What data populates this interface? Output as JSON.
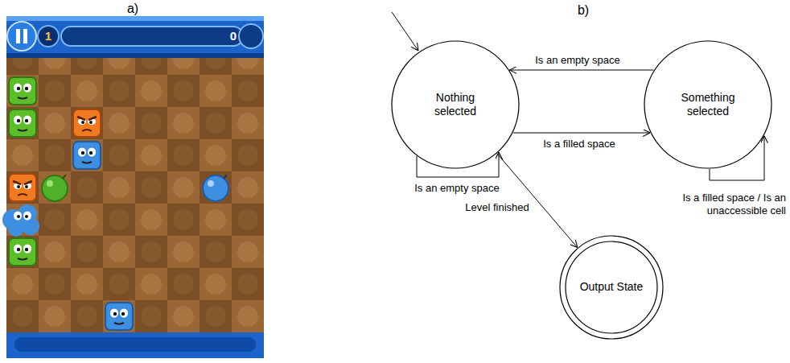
{
  "diagram": {
    "nodes": [
      {
        "text": [
          "Nothing selected"
        ]
      },
      {
        "text": [
          "Something selected"
        ]
      },
      {
        "text": [
          "Output State"
        ]
      }
    ],
    "edges": [
      {
        "from": 1,
        "to": 0,
        "label": "Is an empty space",
        "arrow": "to"
      },
      {
        "from": 0,
        "to": 1,
        "label": "Is a filled space",
        "arrow": "to"
      },
      {
        "from": 0,
        "to": 0,
        "label": "Is an empty space",
        "arrow": "to"
      },
      {
        "from": 0,
        "to": 2,
        "label": "Level finished",
        "arrow": "to"
      },
      {
        "from": 1,
        "to": 1,
        "label": "Is a filled space / Is an unaccessible cell",
        "arrow": "to"
      }
    ],
    "labels": [
      "a)",
      "b)",
      "1",
      "0"
    ]
  }
}
